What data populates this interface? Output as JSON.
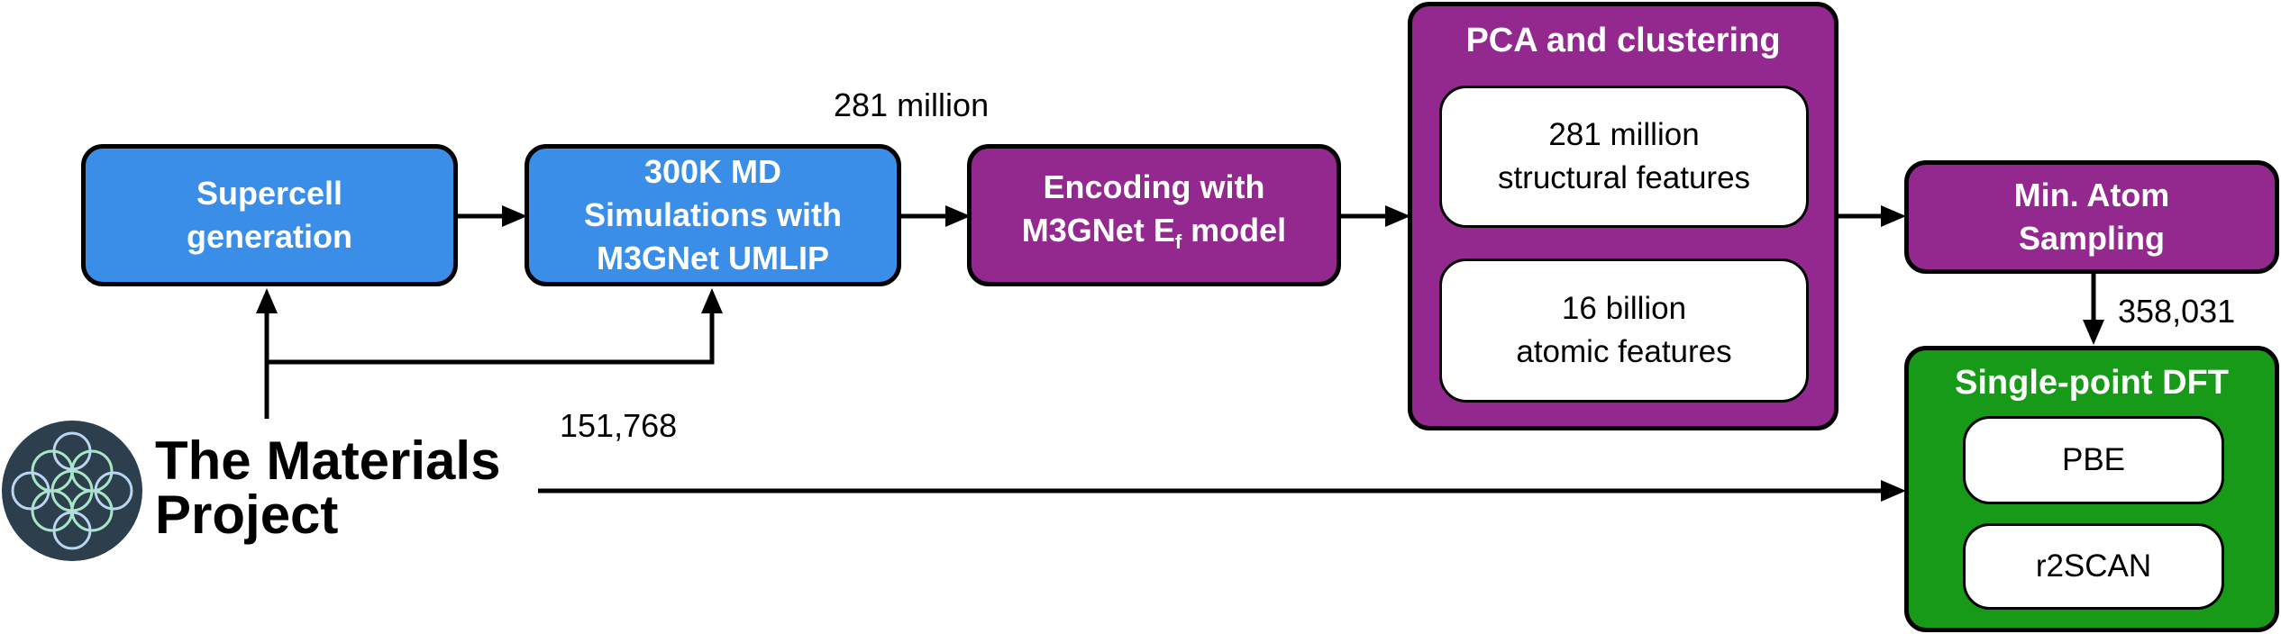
{
  "nodes": {
    "supercell": {
      "line1": "Supercell",
      "line2": "generation"
    },
    "md": {
      "line1": "300K MD",
      "line2": "Simulations with",
      "line3": "M3GNet UMLIP"
    },
    "encoding": {
      "line1": "Encoding with",
      "line2_prefix": "M3GNet E",
      "line2_sub": "f",
      "line2_suffix": " model"
    },
    "pca": {
      "title": "PCA and clustering",
      "structural": {
        "line1": "281 million",
        "line2": "structural features"
      },
      "atomic": {
        "line1": "16 billion",
        "line2": "atomic features"
      }
    },
    "sampling": {
      "line1": "Min. Atom",
      "line2": "Sampling"
    },
    "dft": {
      "title": "Single-point DFT",
      "pbe": "PBE",
      "r2scan": "r2SCAN"
    }
  },
  "edge_labels": {
    "md_to_encoding": "281 million",
    "mp_count": "151,768",
    "sampling_count": "358,031"
  },
  "logo": {
    "line1": "The Materials",
    "line2": "Project"
  },
  "colors": {
    "blue": "#3a8ee8",
    "purple": "#93288f",
    "green": "#169a17",
    "logo_bg": "#2d3e4c",
    "logo_accent": "#a8e6c8"
  }
}
